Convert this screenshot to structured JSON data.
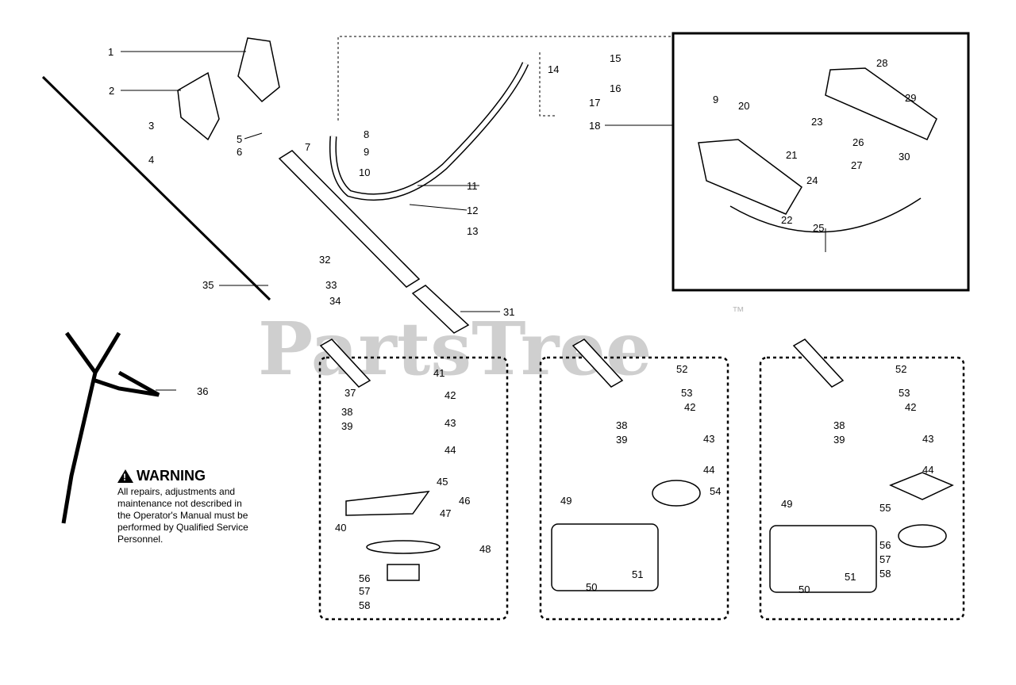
{
  "watermark": {
    "brand": "PartsTree",
    "trademark": "™"
  },
  "warning": {
    "title": "WARNING",
    "lines": [
      "All repairs, adjustments and",
      "maintenance not described in",
      "the Operator's Manual must be",
      "performed by Qualified Service",
      "Personnel."
    ]
  },
  "callouts": {
    "c1": "1",
    "c2": "2",
    "c3": "3",
    "c4": "4",
    "c5": "5",
    "c6": "6",
    "c7": "7",
    "c8": "8",
    "c9": "9",
    "c10": "10",
    "c11": "11",
    "c12": "12",
    "c13": "13",
    "c14": "14",
    "c15": "15",
    "c16": "16",
    "c17": "17",
    "c18": "18",
    "c9b": "9",
    "c20": "20",
    "c21": "21",
    "c22": "22",
    "c23": "23",
    "c24": "24",
    "c25": "25",
    "c26": "26",
    "c27": "27",
    "c28": "28",
    "c29": "29",
    "c30": "30",
    "c31": "31",
    "c32": "32",
    "c33": "33",
    "c34": "34",
    "c35": "35",
    "c36": "36",
    "a37": "37",
    "a38": "38",
    "a39": "39",
    "a40": "40",
    "a41": "41",
    "a42": "42",
    "a43": "43",
    "a44": "44",
    "a45": "45",
    "a46": "46",
    "a47": "47",
    "a48": "48",
    "a56": "56",
    "a57": "57",
    "a58": "58",
    "b38": "38",
    "b39": "39",
    "b42": "42",
    "b43": "43",
    "b44": "44",
    "b49": "49",
    "b50": "50",
    "b51": "51",
    "b52": "52",
    "b53": "53",
    "b54": "54",
    "d38": "38",
    "d39": "39",
    "d42": "42",
    "d43": "43",
    "d44": "44",
    "d49": "49",
    "d50": "50",
    "d51": "51",
    "d52": "52",
    "d53": "53",
    "d55": "55",
    "d56": "56",
    "d57": "57",
    "d58": "58"
  }
}
